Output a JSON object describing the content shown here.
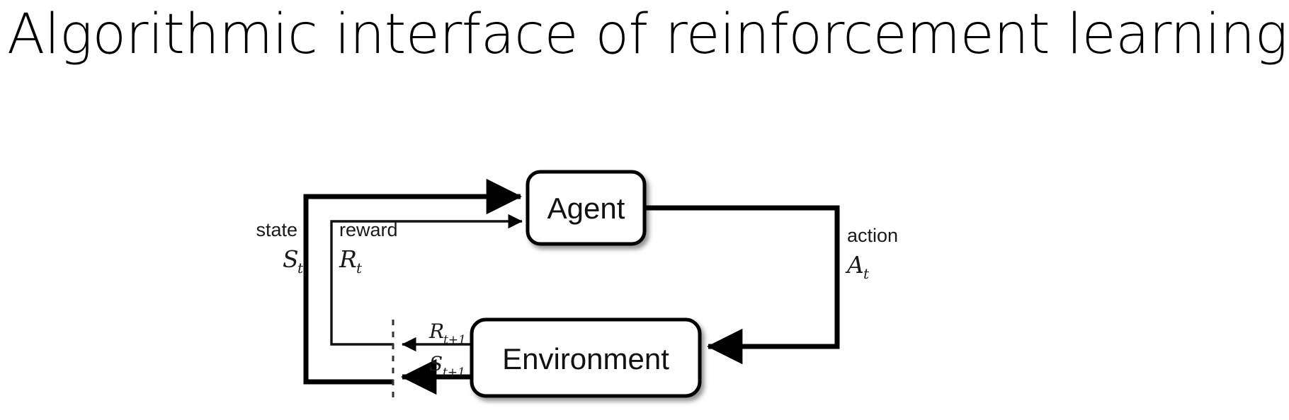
{
  "slide": {
    "title": "Algorithmic interface of reinforcement learning",
    "background_color": "#ffffff",
    "ink_color": "#000000"
  },
  "diagram": {
    "type": "agent-environment-interaction-loop",
    "nodes": [
      {
        "id": "agent",
        "label": "Agent"
      },
      {
        "id": "environment",
        "label": "Environment"
      }
    ],
    "edges": [
      {
        "id": "state-edge",
        "from": "environment",
        "to": "agent",
        "word_label": "state",
        "symbol_base": "S",
        "symbol_sub": "t",
        "stroke": "thick"
      },
      {
        "id": "reward-edge",
        "from": "environment",
        "to": "agent",
        "word_label": "reward",
        "symbol_base": "R",
        "symbol_sub": "t",
        "stroke": "thin"
      },
      {
        "id": "action-edge",
        "from": "agent",
        "to": "environment",
        "word_label": "action",
        "symbol_base": "A",
        "symbol_sub": "t",
        "stroke": "thick"
      }
    ],
    "emitted_signals": [
      {
        "id": "reward-next",
        "symbol_base": "R",
        "symbol_sub": "t+1"
      },
      {
        "id": "state-next",
        "symbol_base": "S",
        "symbol_sub": "t+1"
      }
    ],
    "time_boundary": {
      "id": "timestep-divider",
      "style": "dashed-vertical"
    }
  }
}
